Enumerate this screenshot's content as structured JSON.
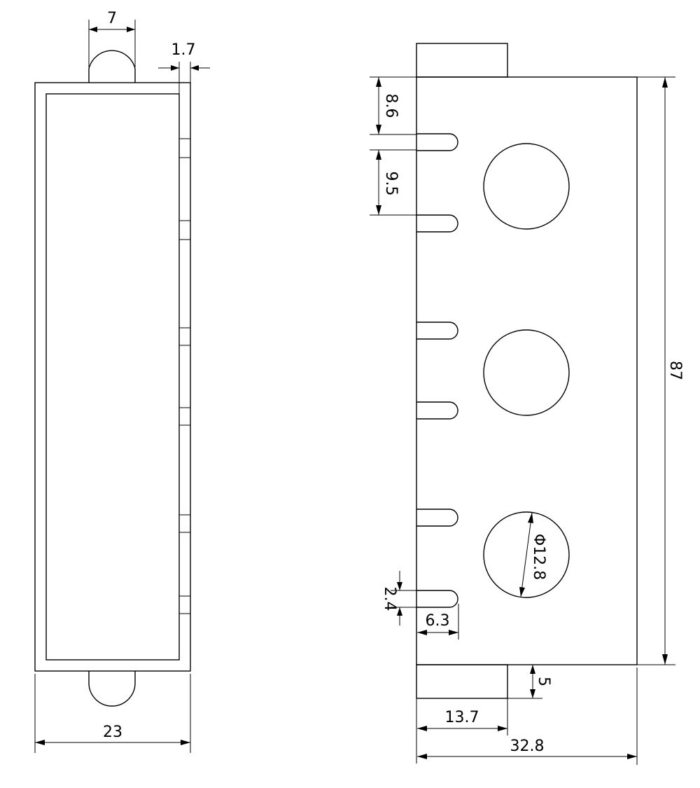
{
  "dimensions": {
    "left_top_width": "7",
    "left_top_gap": "1.7",
    "left_width": "23",
    "right_slot_offset": "8.6",
    "right_slot_pitch": "9.5",
    "right_height": "87",
    "hole_diameter": "Φ12.8",
    "slot_width": "2.4",
    "slot_length": "6.3",
    "tab_height": "5",
    "tab_width": "13.7",
    "total_width": "32.8"
  }
}
